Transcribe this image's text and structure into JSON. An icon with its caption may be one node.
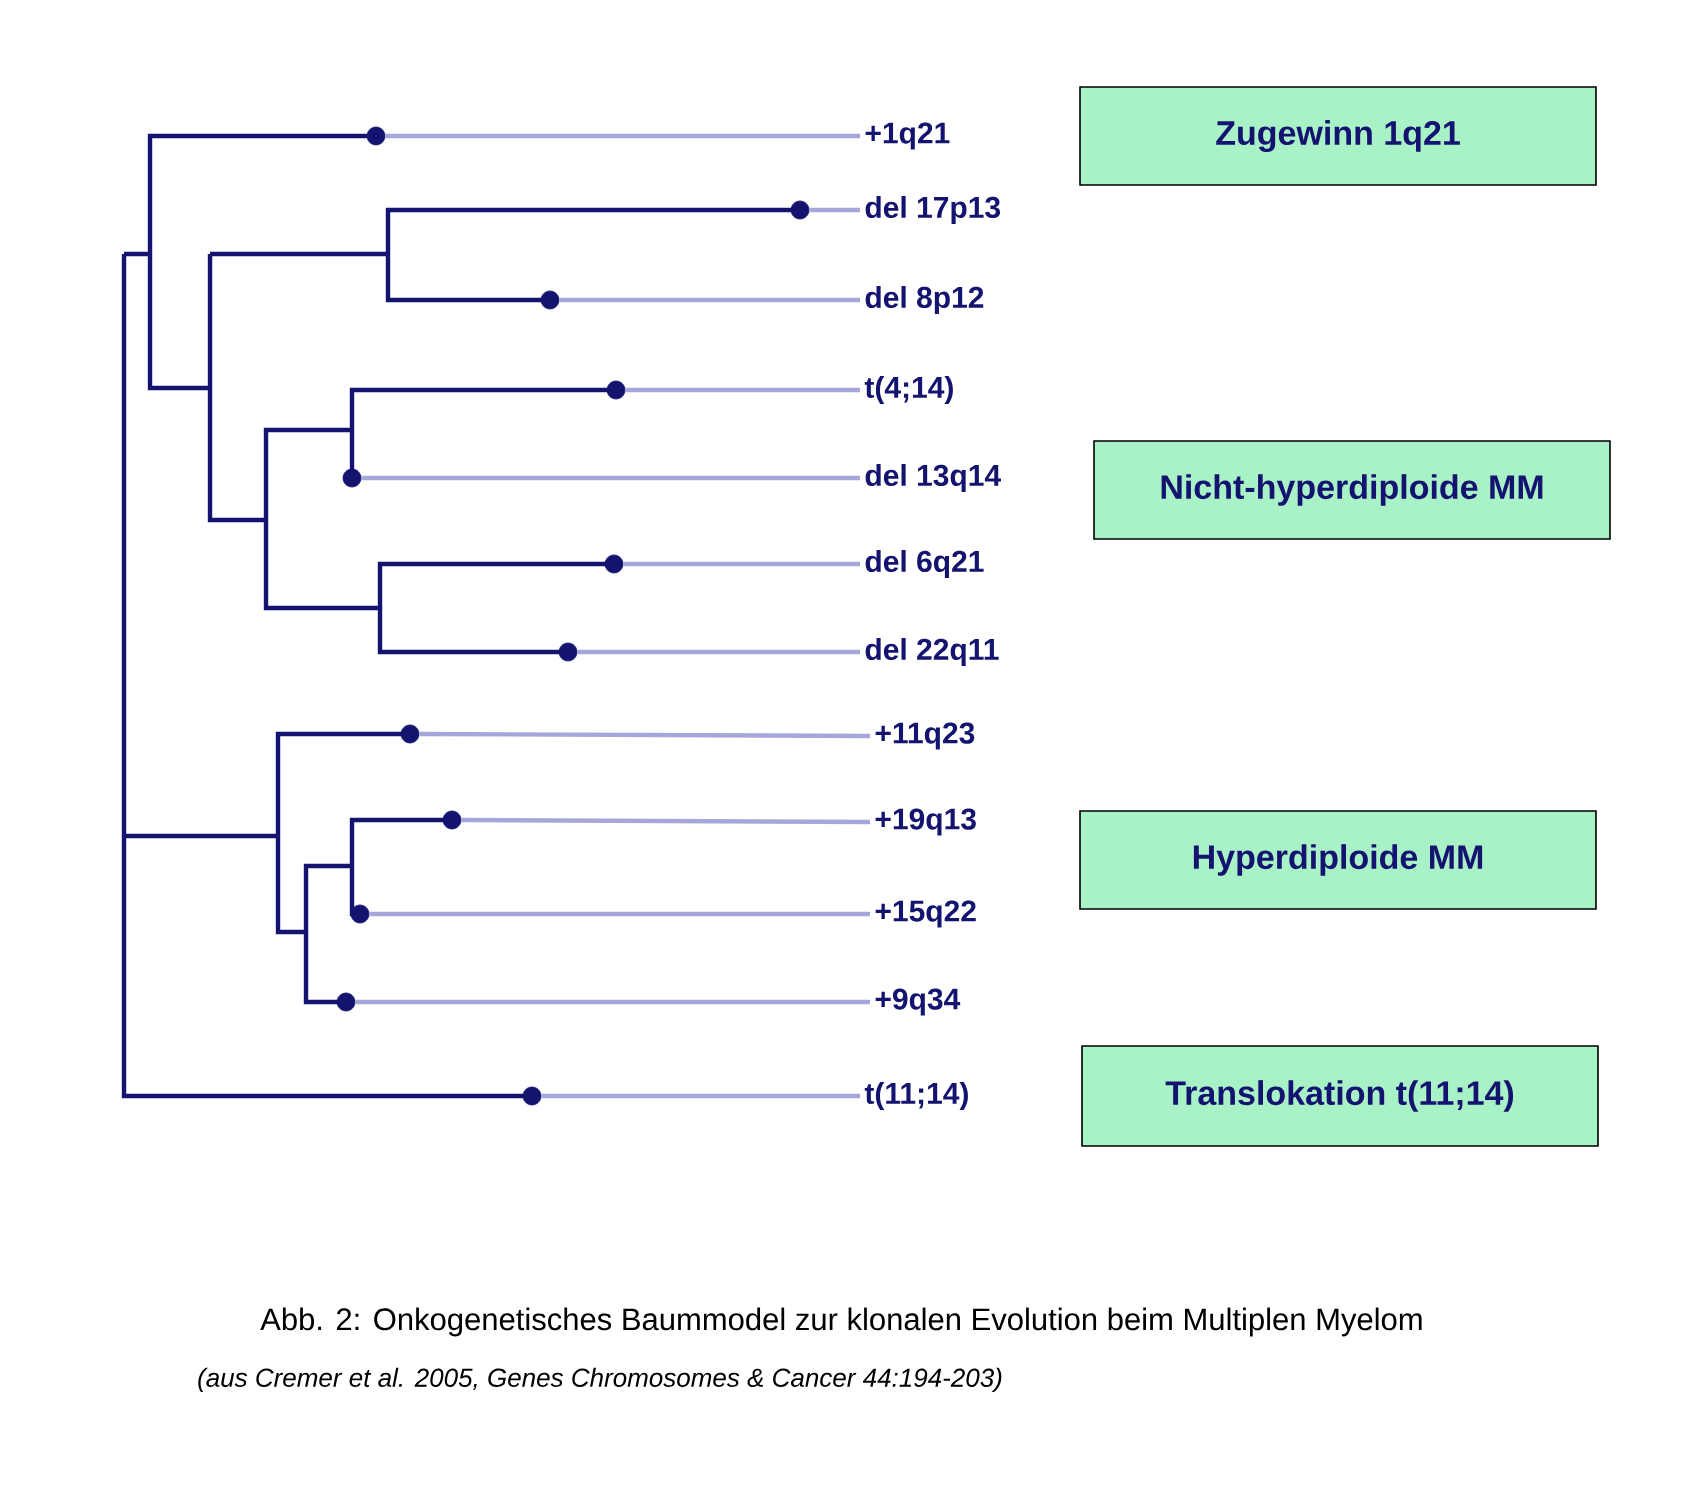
{
  "diagram": {
    "caption": "Abb. 2: Onkogenetisches Baummodel zur klonalen Evolution beim Multiplen Myelom",
    "nodes": [
      {
        "text": [
          "+1q21"
        ]
      },
      {
        "text": [
          "del 17p13"
        ]
      },
      {
        "text": [
          "del 8p12"
        ]
      },
      {
        "text": [
          "t(4;14)"
        ]
      },
      {
        "text": [
          "del 13q14"
        ]
      },
      {
        "text": [
          "del 6q21"
        ]
      },
      {
        "text": [
          "del 22q11"
        ]
      },
      {
        "text": [
          "+11q23"
        ]
      },
      {
        "text": [
          "+19q13"
        ]
      },
      {
        "text": [
          "+15q22"
        ]
      },
      {
        "text": [
          "+9q34"
        ]
      },
      {
        "text": [
          "t(11;14)"
        ]
      },
      {
        "text": [
          "Zugewinn 1q21"
        ]
      },
      {
        "text": [
          "Nicht-hyperdiploide MM"
        ]
      },
      {
        "text": [
          "Hyperdiploide MM"
        ]
      },
      {
        "text": [
          "Translokation t(11;14)"
        ]
      },
      {
        "text": [],
        "shape": "circle"
      },
      {
        "text": [],
        "shape": "circle"
      },
      {
        "text": [],
        "shape": "circle"
      },
      {
        "text": [],
        "shape": "circle"
      },
      {
        "text": [],
        "shape": "circle"
      },
      {
        "text": [],
        "shape": "circle"
      },
      {
        "text": [],
        "shape": "circle"
      },
      {
        "text": [],
        "shape": "circle"
      },
      {
        "text": [],
        "shape": "circle"
      },
      {
        "text": [],
        "shape": "circle"
      },
      {
        "text": [],
        "shape": "circle"
      },
      {
        "text": [],
        "shape": "circle"
      }
    ],
    "edges": [
      {
        "from": 16,
        "to": 0,
        "arrow": "none"
      },
      {
        "from": 17,
        "to": 1,
        "arrow": "none"
      },
      {
        "from": 18,
        "to": 2,
        "arrow": "none"
      },
      {
        "from": 19,
        "to": 3,
        "arrow": "none"
      },
      {
        "from": 20,
        "to": 4,
        "arrow": "none"
      },
      {
        "from": 21,
        "to": 5,
        "arrow": "none"
      },
      {
        "from": 22,
        "to": 6,
        "arrow": "none"
      },
      {
        "from": 23,
        "to": 7,
        "arrow": "none"
      },
      {
        "from": 24,
        "to": 8,
        "arrow": "none"
      },
      {
        "from": 25,
        "to": 9,
        "arrow": "none"
      },
      {
        "from": 26,
        "to": 10,
        "arrow": "none"
      },
      {
        "from": 27,
        "to": 11,
        "arrow": "none"
      }
    ],
    "labels": [
      "(aus Cremer et al. 2005, Genes Chromosomes & Cancer 44:194-203)"
    ]
  }
}
